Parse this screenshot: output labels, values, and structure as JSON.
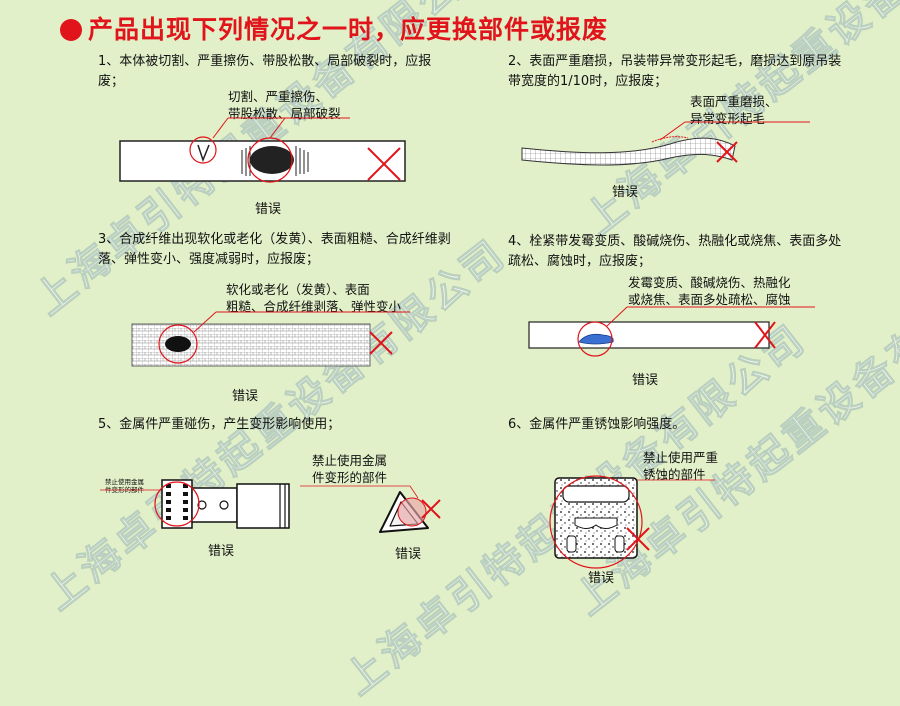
{
  "title": "产品出现下列情况之一时，应更换部件或报废",
  "watermark": "上海卓引特起重设备有限公司",
  "items": [
    {
      "text": "1、本体被切割、严重擦伤、带股松散、局部破裂时，应报废；",
      "label_line1": "切割、严重擦伤、",
      "label_line2": "带股松散、局部破裂",
      "caption": "错误"
    },
    {
      "text": "2、表面严重磨损，吊装带异常变形起毛，磨损达到原吊装带宽度的1/10时，应报废；",
      "label_line1": "表面严重磨损、",
      "label_line2": "异常变形起毛",
      "caption": "错误"
    },
    {
      "text": "3、合成纤维出现软化或老化（发黄）、表面粗糙、合成纤维剥落、弹性变小、强度减弱时，应报废；",
      "label_line1": "软化或老化（发黄）、表面",
      "label_line2": "粗糙、合成纤维剥落、弹性变小",
      "caption": "错误"
    },
    {
      "text": "4、栓紧带发霉变质、酸碱烧伤、热融化或烧焦、表面多处疏松、腐蚀时，应报废；",
      "label_line1": "发霉变质、酸碱烧伤、热融化",
      "label_line2": "或烧焦、表面多处疏松、腐蚀",
      "caption": "错误"
    },
    {
      "text": "5、金属件严重碰伤，产生变形影响使用；",
      "label_line1": "禁止使用金属",
      "label_line2": "件变形的部件",
      "small_line1": "禁止使用金属",
      "small_line2": "件变形的部件",
      "caption": "错误",
      "caption2": "错误"
    },
    {
      "text": "6、金属件严重锈蚀影响强度。",
      "label_line1": "禁止使用严重",
      "label_line2": "锈蚀的部件",
      "caption": "错误"
    }
  ]
}
